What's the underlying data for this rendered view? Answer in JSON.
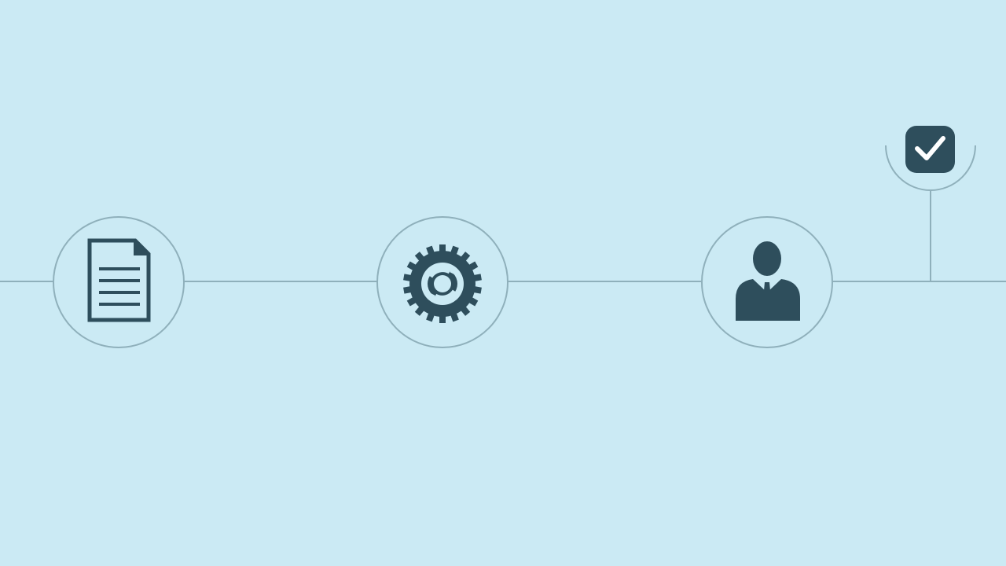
{
  "colors": {
    "background": "#cbeaf4",
    "line": "#8fb0bb",
    "circle_border": "#8fb0bb",
    "circle_fill": "#cbeaf4",
    "icon": "#2e4e5c",
    "checkbox_mark": "#ffffff"
  },
  "steps": [
    {
      "name": "step-document",
      "icon": "document-icon"
    },
    {
      "name": "step-settings",
      "icon": "gear-icon"
    },
    {
      "name": "step-user",
      "icon": "user-icon"
    }
  ],
  "milestone": {
    "name": "milestone-approved",
    "icon": "checkmark-icon"
  }
}
